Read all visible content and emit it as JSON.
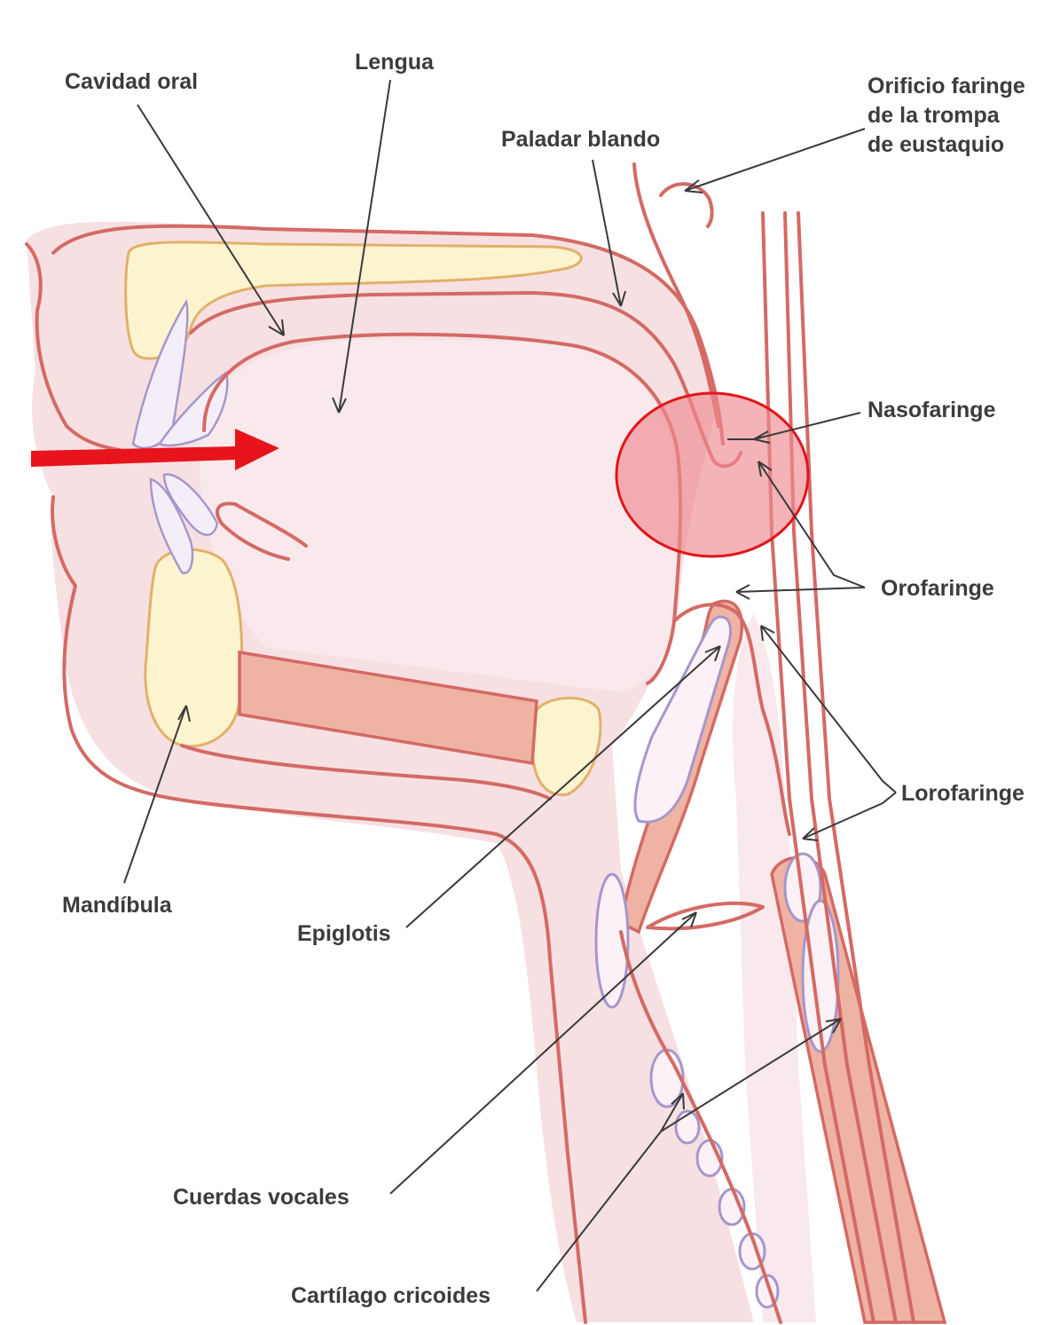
{
  "labels": {
    "cavidad_oral": "Cavidad oral",
    "lengua": "Lengua",
    "paladar_blando": "Paladar blando",
    "orificio_line1": "Orificio faringe",
    "orificio_line2": "de la trompa",
    "orificio_line3": "de eustaquio",
    "nasofaringe": "Nasofaringe",
    "orofaringe": "Orofaringe",
    "lorofaringe": "Lorofaringe",
    "mandibula": "Mandíbula",
    "epiglotis": "Epiglotis",
    "cuerdas_vocales": "Cuerdas vocales",
    "cartilago_cricoides": "Cartílago cricoides"
  },
  "colors": {
    "highlight_arrow": "#e8141b",
    "highlight_circle_fill": "#ee8a90",
    "highlight_circle_stroke": "#e0161c",
    "outline": "#d46a64",
    "tissue": "#f6e0e2",
    "bone": "#fbf4cf",
    "cartilage": "#a796cc",
    "label_text": "#3c3c3c"
  }
}
